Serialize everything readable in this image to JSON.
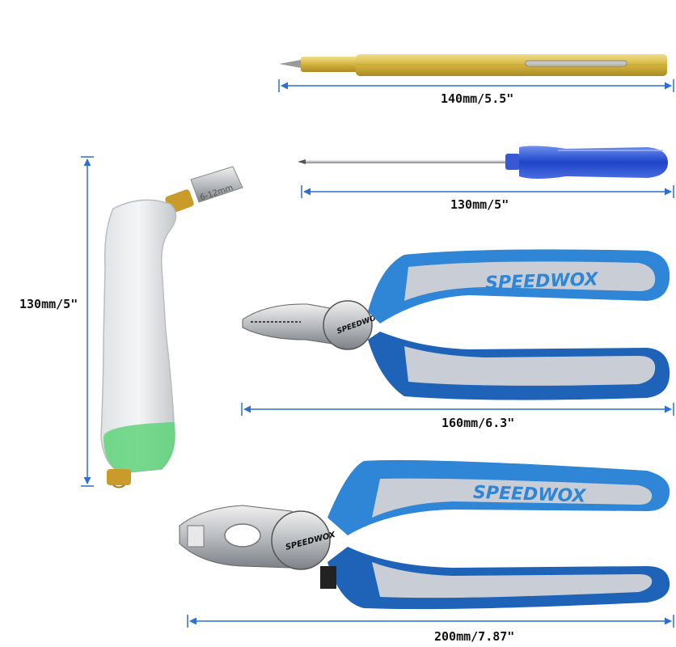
{
  "brand": "SPEEDWOX",
  "tools": [
    {
      "name": "scriber",
      "measurement": "140mm/5.5\""
    },
    {
      "name": "screwdriver",
      "measurement": "130mm/5\""
    },
    {
      "name": "glass-cutter",
      "measurement": "130mm/5\"",
      "blade_mark": "6-12mm"
    },
    {
      "name": "pliers-small",
      "measurement": "160mm/6.3\""
    },
    {
      "name": "pliers-large",
      "measurement": "200mm/7.87\""
    }
  ],
  "colors": {
    "blue": "#2f86d6",
    "blue_dark": "#1f63b8",
    "grey": "#c9ced6",
    "gold": "#d6b94a",
    "dim_line": "#2a6fd1"
  }
}
